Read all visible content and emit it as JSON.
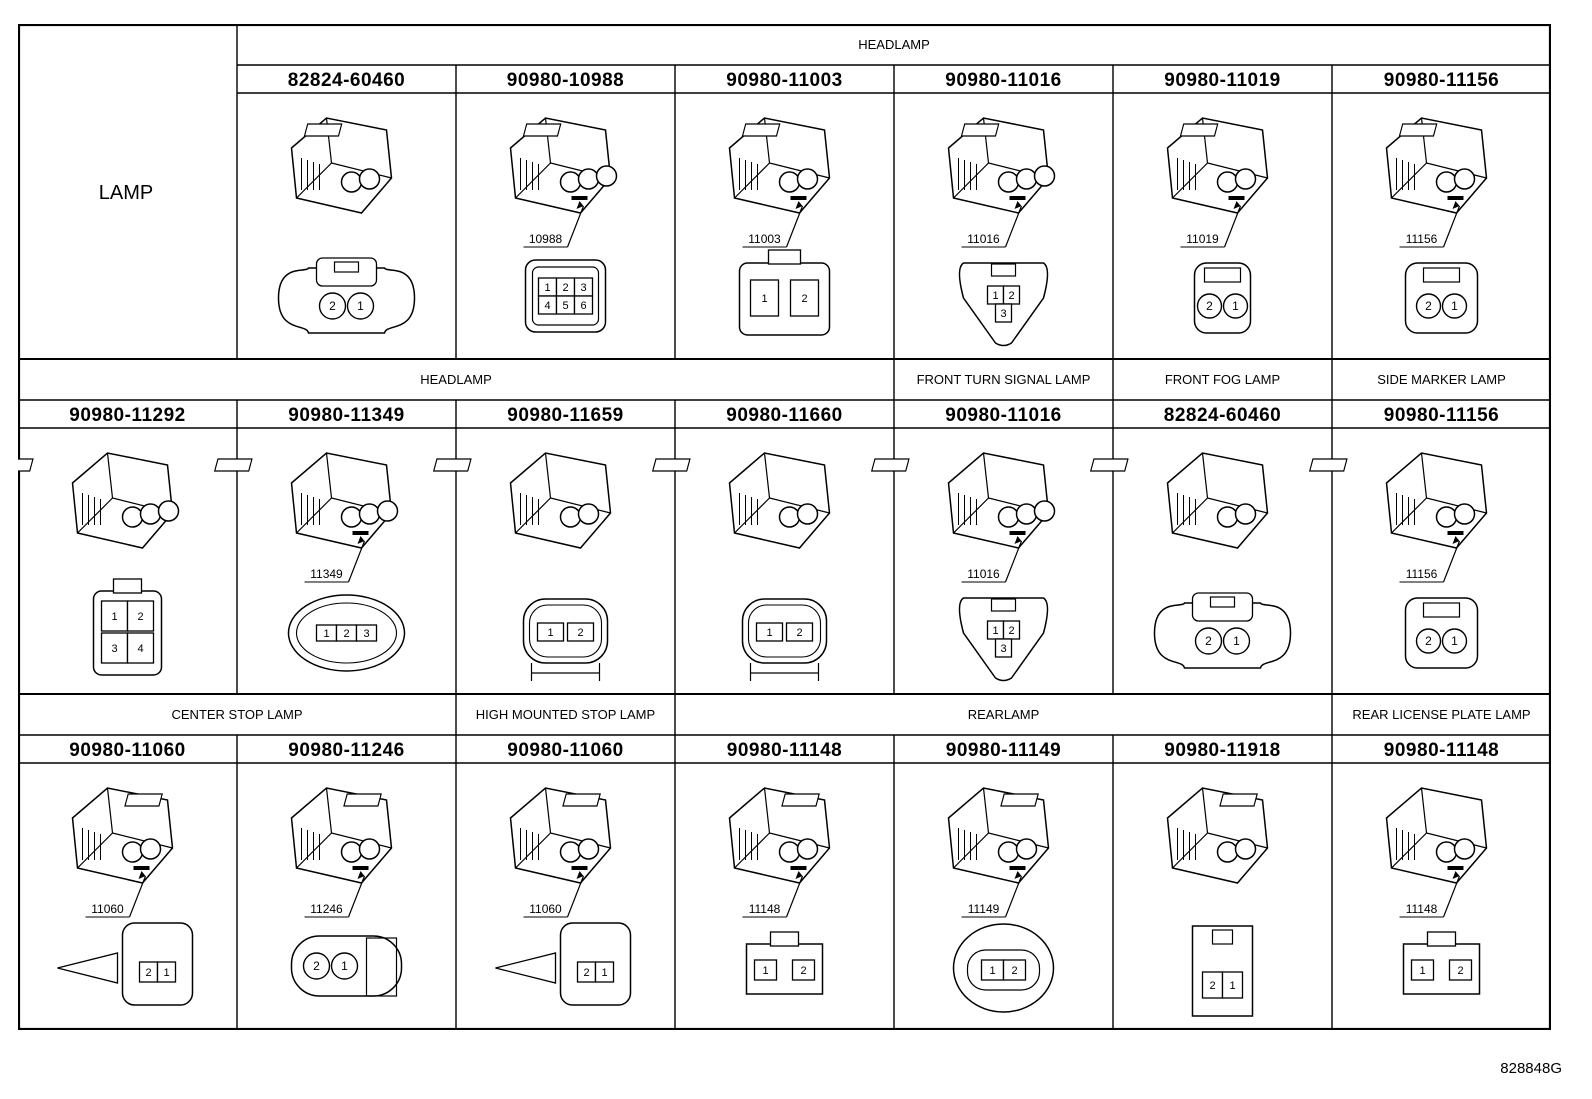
{
  "side_label": "LAMP",
  "figure_id": "828848G",
  "sections": [
    {
      "groups": [
        {
          "label": "HEADLAMP",
          "span": 6
        }
      ],
      "parts": [
        {
          "number": "82824-60460",
          "view": "oval2",
          "pins": [
            "2",
            "1"
          ],
          "callout": ""
        },
        {
          "number": "90980-10988",
          "view": "grid6",
          "pins": [
            "1",
            "2",
            "3",
            "4",
            "5",
            "6"
          ],
          "callout": "10988"
        },
        {
          "number": "90980-11003",
          "view": "rect2",
          "pins": [
            "1",
            "2"
          ],
          "callout": "11003"
        },
        {
          "number": "90980-11016",
          "view": "tri3",
          "pins": [
            "1",
            "2",
            "3"
          ],
          "callout": "11016"
        },
        {
          "number": "90980-11019",
          "view": "small2",
          "pins": [
            "2",
            "1"
          ],
          "callout": "11019"
        },
        {
          "number": "90980-11156",
          "view": "box2",
          "pins": [
            "2",
            "1"
          ],
          "callout": "11156"
        }
      ]
    },
    {
      "groups": [
        {
          "label": "HEADLAMP",
          "span": 4
        },
        {
          "label": "FRONT TURN SIGNAL LAMP",
          "span": 1
        },
        {
          "label": "FRONT FOG LAMP",
          "span": 1
        },
        {
          "label": "SIDE MARKER LAMP",
          "span": 1
        }
      ],
      "parts": [
        {
          "number": "90980-11292",
          "view": "quad4",
          "pins": [
            "1",
            "2",
            "3",
            "4"
          ],
          "callout": ""
        },
        {
          "number": "90980-11349",
          "view": "oval3",
          "pins": [
            "1",
            "2",
            "3"
          ],
          "callout": "11349"
        },
        {
          "number": "90980-11659",
          "view": "clip2",
          "pins": [
            "1",
            "2"
          ],
          "callout": ""
        },
        {
          "number": "90980-11660",
          "view": "clip2",
          "pins": [
            "1",
            "2"
          ],
          "callout": ""
        },
        {
          "number": "90980-11016",
          "view": "tri3",
          "pins": [
            "1",
            "2",
            "3"
          ],
          "callout": "11016"
        },
        {
          "number": "82824-60460",
          "view": "oval2",
          "pins": [
            "2",
            "1"
          ],
          "callout": ""
        },
        {
          "number": "90980-11156",
          "view": "box2",
          "pins": [
            "2",
            "1"
          ],
          "callout": "11156"
        }
      ]
    },
    {
      "groups": [
        {
          "label": "CENTER STOP LAMP",
          "span": 2
        },
        {
          "label": "HIGH MOUNTED STOP LAMP",
          "span": 1
        },
        {
          "label": "REARLAMP",
          "span": 3
        },
        {
          "label": "REAR LICENSE PLATE LAMP",
          "span": 1
        }
      ],
      "parts": [
        {
          "number": "90980-11060",
          "view": "clipped2",
          "pins": [
            "2",
            "1"
          ],
          "callout": "11060"
        },
        {
          "number": "90980-11246",
          "view": "side2",
          "pins": [
            "2",
            "1"
          ],
          "callout": "11246"
        },
        {
          "number": "90980-11060",
          "view": "clipped2",
          "pins": [
            "2",
            "1"
          ],
          "callout": "11060"
        },
        {
          "number": "90980-11148",
          "view": "flat2",
          "pins": [
            "1",
            "2"
          ],
          "callout": "11148"
        },
        {
          "number": "90980-11149",
          "view": "round2",
          "pins": [
            "1",
            "2"
          ],
          "callout": "11149"
        },
        {
          "number": "90980-11918",
          "view": "tall2",
          "pins": [
            "2",
            "1"
          ],
          "callout": ""
        },
        {
          "number": "90980-11148",
          "view": "flat2",
          "pins": [
            "1",
            "2"
          ],
          "callout": "11148"
        }
      ]
    }
  ]
}
